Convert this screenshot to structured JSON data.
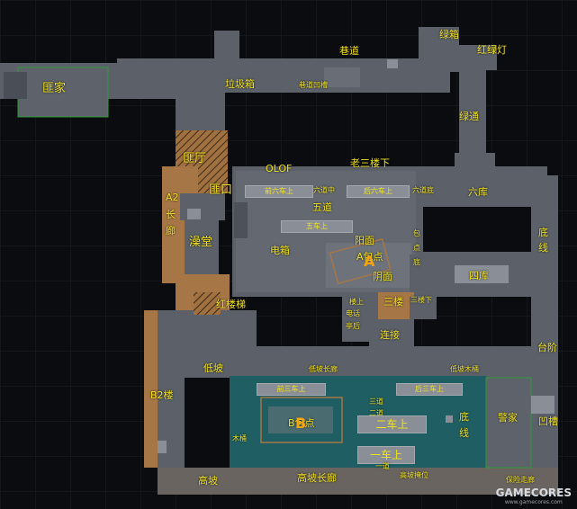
{
  "labels": {
    "bandit_home": "匪家",
    "alley": "巷道",
    "green_box": "绿箱",
    "traffic_light": "红绿灯",
    "trash_box": "垃圾箱",
    "alley_pit": "巷道凹槽",
    "green_passage": "绿通",
    "bandit_hall": "匪厅",
    "olof": "OLOF",
    "old_third_floor_down": "老三楼下",
    "a2_long_hall": "A2",
    "long": "长",
    "corridor": "廊",
    "bandit_mouth": "匪口",
    "front_sixth_car_up": "前六车上",
    "six_mid": "六道中",
    "back_sixth_car_up": "后六车上",
    "six_back": "六道底",
    "sixth_garage": "六库",
    "fifth_road": "五道",
    "fifth_car_up": "五车上",
    "bath": "澡堂",
    "electric_box": "电箱",
    "sunny_side": "阳面",
    "a_site": "A包点",
    "shady_side": "阴面",
    "package_point_bottom_1": "包",
    "package_point_bottom_2": "点",
    "package_point_bottom_3": "底",
    "bottom_line_1": "底",
    "bottom_line_2": "线",
    "fourth_garage": "四库",
    "red_stairs": "红楼梯",
    "building_up": "楼上",
    "electric_tower": "电话",
    "li_back": "亭后",
    "third_floor": "三楼",
    "third_floor_down": "三楼下",
    "connect": "连接",
    "steps": "台阶",
    "low_slope": "低坡",
    "low_slope_long_hall": "低坡长廊",
    "low_slope_wood_bucket": "低坡木桶",
    "b2_building": "B2楼",
    "front_third_car_up": "前三车上",
    "back_third_car_up": "后三车上",
    "third_road": "三道",
    "b_site": "B包点",
    "second_car_up": "二车上",
    "second_road": "二道",
    "first_car_up": "一车上",
    "first_road": "一道",
    "wood_bucket": "木桶",
    "police_home": "警家",
    "bottom_line_b_1": "底",
    "bottom_line_b_2": "线",
    "groove": "凹槽",
    "high_slope": "高坡",
    "high_slope_long_hall": "高坡长廊",
    "high_slope_cover": "高坡掩位",
    "police_entrance": "保险走廊",
    "site_letter_a": "A",
    "site_letter_b": "B",
    "watermark": "GAMECORES",
    "watermark_sub": "www.gamecores.com"
  },
  "colors": {
    "background": "#0b0c0f",
    "floor": "#5b6069",
    "floor_dark": "#454a52",
    "bombsite_b": "#1f5f63",
    "corridor_orange": "#a67646",
    "label": "#f2e21a",
    "spawn_outline": "#2f9a3a"
  }
}
